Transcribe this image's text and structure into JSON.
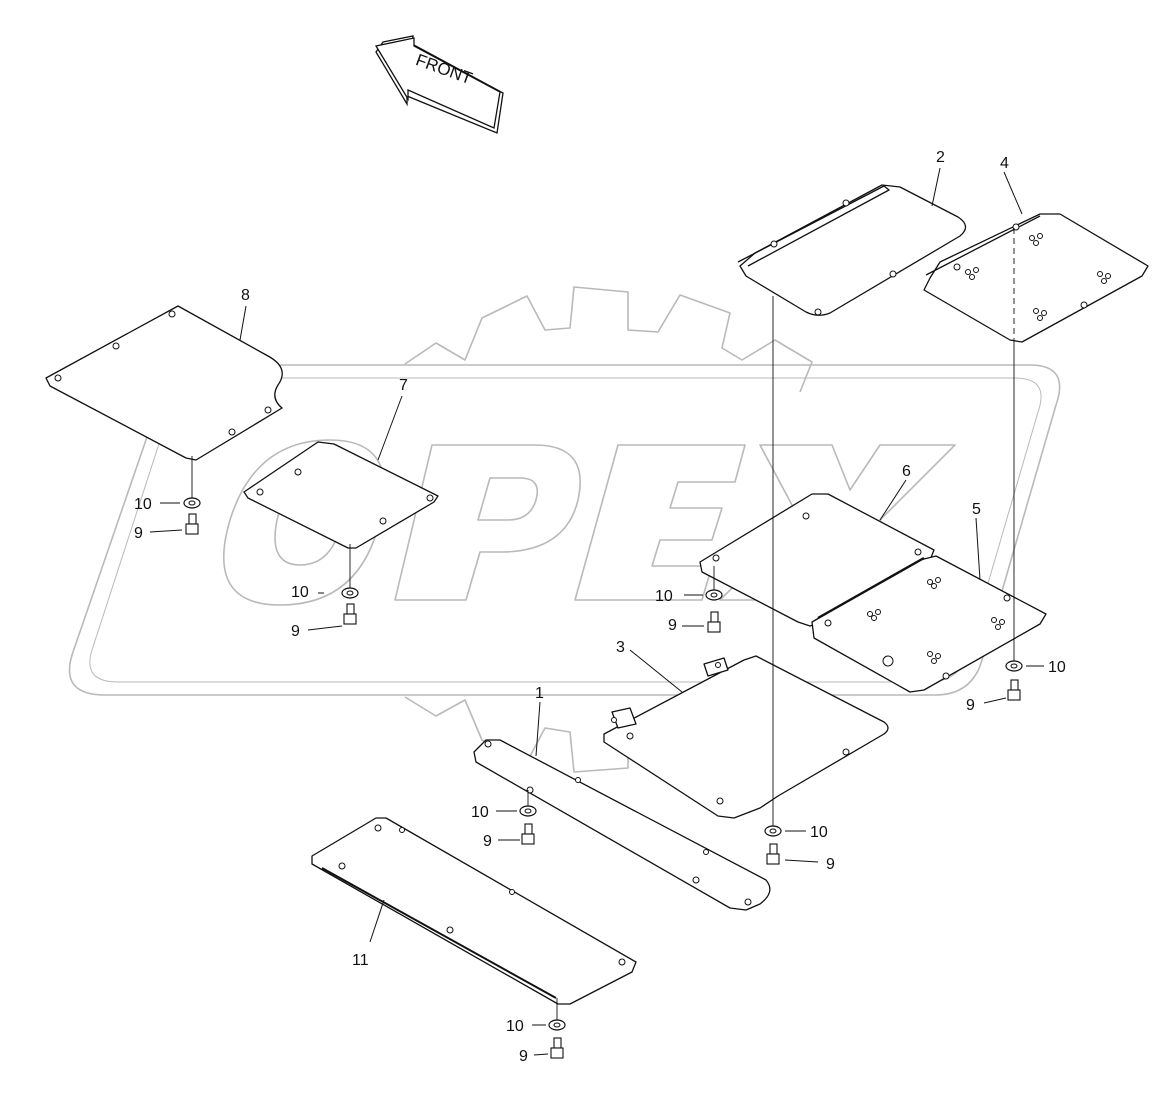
{
  "direction_label": "FRONT",
  "watermark_text": "OPEX",
  "part_labels": {
    "p1": "1",
    "p2": "2",
    "p3": "3",
    "p4": "4",
    "p5": "5",
    "p6": "6",
    "p7": "7",
    "p8": "8",
    "p9": "9",
    "p10": "10",
    "p11": "11"
  },
  "colors": {
    "line": "#111111",
    "watermark": "#b9b9b9",
    "background": "#ffffff"
  }
}
